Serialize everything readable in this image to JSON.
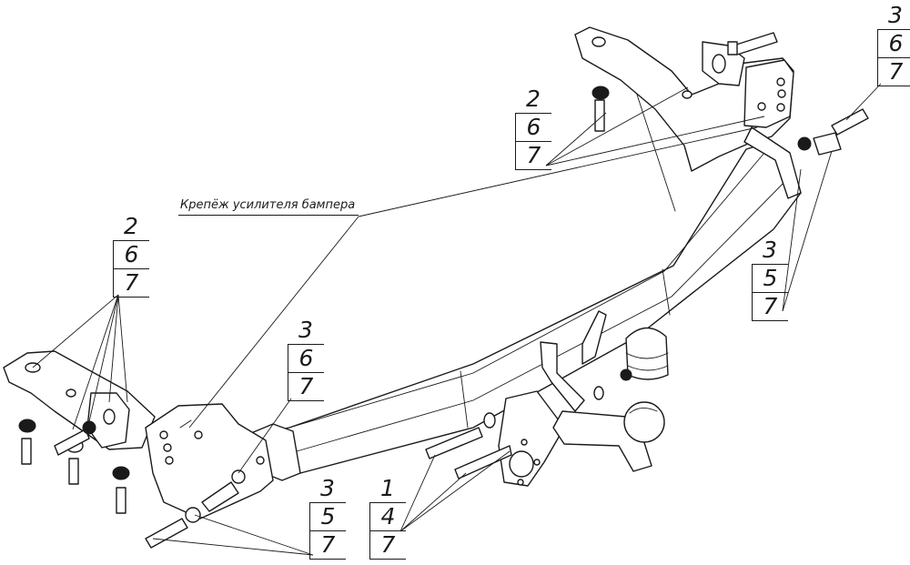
{
  "note": {
    "text": "Крепёж усилителя бампера"
  },
  "callouts": {
    "top_right": [
      "3",
      "6",
      "7"
    ],
    "top_middle": [
      "2",
      "6",
      "7"
    ],
    "left": [
      "2",
      "6",
      "7"
    ],
    "right_middle": [
      "3",
      "5",
      "7"
    ],
    "center": [
      "3",
      "6",
      "7"
    ],
    "bottom_center": [
      "3",
      "5",
      "7"
    ],
    "bottom_right": [
      "1",
      "4",
      "7"
    ]
  }
}
